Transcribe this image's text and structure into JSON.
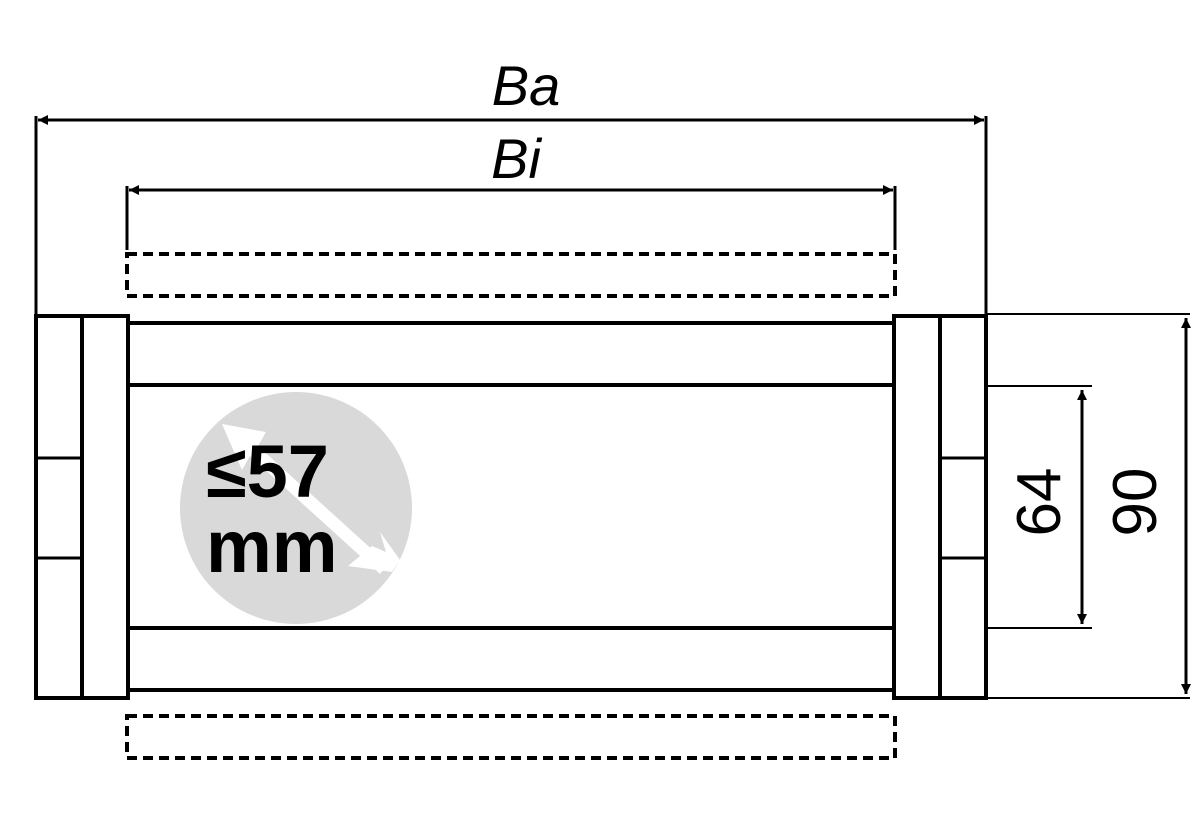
{
  "dimensions": {
    "outer_width_label": "Ba",
    "inner_width_label": "Bi",
    "inner_height_value": "64",
    "outer_height_value": "90"
  },
  "badge": {
    "line1": "≤57",
    "line2": "mm"
  },
  "colors": {
    "line": "#000000",
    "badge_fill": "#d9d9d9",
    "badge_arrow": "#ffffff",
    "background": "#ffffff"
  }
}
